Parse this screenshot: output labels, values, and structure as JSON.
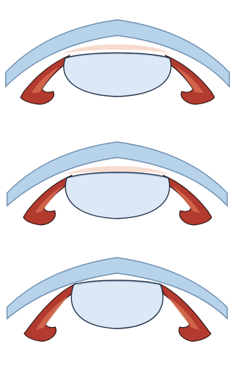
{
  "figure": {
    "panels": [
      {
        "id": "panel-1",
        "lens_type": "standard"
      },
      {
        "id": "panel-2",
        "lens_type": "standard"
      },
      {
        "id": "panel-3",
        "lens_type": "large"
      }
    ]
  },
  "colors": {
    "background": "#ffffff",
    "cornea_fill": "#b7d3ea",
    "cornea_outline": "#6f8fb0",
    "chamber_fill": "#f6d7c9",
    "lens_fill": "#dce8f6",
    "lens_outline": "#1f2f45",
    "tissue_dark": "#8c241c",
    "tissue_mid": "#b23a2e",
    "tissue_light": "#d66b4f",
    "outline_dark": "#2d1412"
  }
}
